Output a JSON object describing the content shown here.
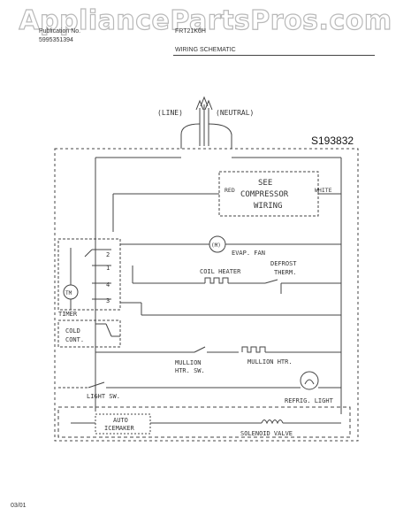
{
  "watermark": "AppliancePartsPros.com",
  "header": {
    "line1_left": "Publication No.",
    "line1_right": "FRT21K6H",
    "line2_left": "5995351394",
    "schematic_title": "WIRING SCHEMATIC"
  },
  "model_number": "S193832",
  "footer_date": "03/01",
  "diagram": {
    "line_label": "(LINE)",
    "neutral_label": "(NEUTRAL)",
    "compressor_box": {
      "line1": "SEE",
      "line2": "COMPRESSOR",
      "line3": "WIRING"
    },
    "red_label": "RED",
    "white_label": "WHITE",
    "fan_glyph": "(M)",
    "evap_fan": "EVAP. FAN",
    "coil_heater": "COIL HEATER",
    "defrost_therm_1": "DEFROST",
    "defrost_therm_2": "THERM.",
    "timer_glyph": "TM",
    "timer": "TIMER",
    "terminals": [
      "1",
      "2",
      "3",
      "4"
    ],
    "cold_cont_1": "COLD",
    "cold_cont_2": "CONT.",
    "mullion_sw_1": "MULLION",
    "mullion_sw_2": "HTR. SW.",
    "mullion_htr": "MULLION HTR.",
    "light_sw": "LIGHT SW.",
    "refrig_light": "REFRIG. LIGHT",
    "auto_icemaker_1": "AUTO",
    "auto_icemaker_2": "ICEMAKER",
    "solenoid_valve": "SOLENOID VALVE"
  }
}
